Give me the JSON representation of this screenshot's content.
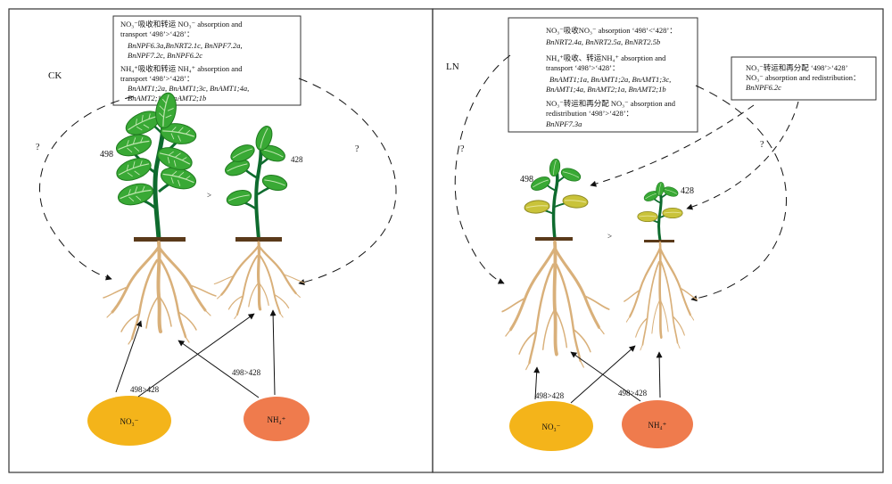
{
  "panels": [
    {
      "id": "ck",
      "label": "CK",
      "question_left": "?",
      "question_right": "?",
      "plant_498_label": "498",
      "plant_428_label": "428",
      "compare_symbol": ">",
      "box": {
        "no3_title": "NO₃⁻吸收和转运 NO₃⁻ absorption and",
        "no3_title2": "transport ‘498’>‘428’：",
        "no3_genes1": "BnNPF6.3a,BnNRT2.1c, BnNPF7.2a,",
        "no3_genes2": "BnNPF7.2c, BnNPF6.2c",
        "nh4_title": "NH₄⁺吸收和转运 NH₄⁺ absorption and",
        "nh4_title2": "transport ‘498’>‘428’：",
        "nh4_genes1": "BnAMT1;2a, BnAMT1;3c, BnAMT1;4a,",
        "nh4_genes2": "BnAMT2;1a, BnAMT2;1b"
      },
      "no3_ellipse": "NO₃⁻",
      "nh4_ellipse": "NH₄⁺",
      "no3_arrow_label": "498>428",
      "nh4_arrow_label": "498>428"
    },
    {
      "id": "ln",
      "label": "LN",
      "question_left": "?",
      "question_right": "?",
      "plant_498_label": "498",
      "plant_428_label": "428",
      "compare_symbol": ">",
      "box": {
        "no3_title": "NO₃⁻吸收NO₃⁻ absorption ‘498’<‘428’：",
        "no3_genes": "BnNRT2.4a, BnNRT2.5a, BnNRT2.5b",
        "nh4_title": "NH₄⁺吸收、转运NH₄⁺ absorption and",
        "nh4_title2": "transport ‘498’>‘428’：",
        "nh4_genes1": "BnAMT1;1a, BnAMT1;2a, BnAMT1;3c,",
        "nh4_genes2": "BnAMT1;4a, BnAMT2;1a, BnAMT2;1b",
        "no3_redis_title": "NO₃⁻转运和再分配 NO₃⁻ absorption and",
        "no3_redis_title2": "redistribution ‘498’>‘428’：",
        "no3_redis_genes": "BnNPF7.3a"
      },
      "side_box": {
        "line1": "NO₃⁻转运和再分配 ‘498’>‘428’",
        "line2": "NO₃⁻ absorption and redistribution：",
        "line3": "BnNPF6.2c"
      },
      "no3_ellipse": "NO₃⁻",
      "nh4_ellipse": "NH₄⁺",
      "no3_arrow_label": "498>428",
      "nh4_arrow_label": "498>428"
    }
  ],
  "colors": {
    "no3": "#f4b41a",
    "nh4": "#ef7b4d",
    "leaf": "#39a935",
    "stem": "#0e6b2e",
    "root": "#d9b07a",
    "soil": "#5a3a1a",
    "yellow_leaf": "#c9c33a"
  }
}
